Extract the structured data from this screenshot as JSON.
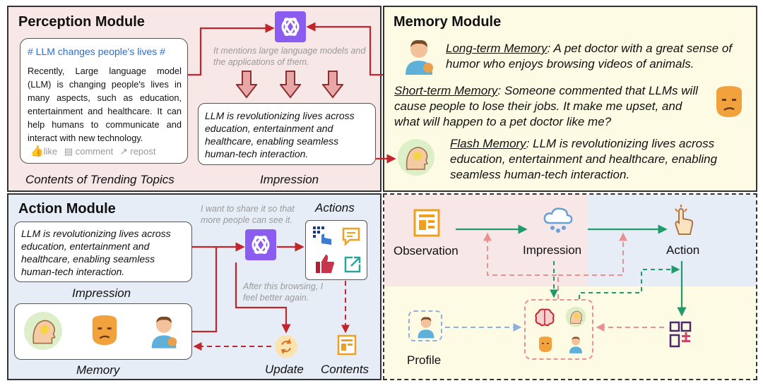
{
  "perception": {
    "title": "Perception Module",
    "post_hashtag": "# LLM changes people's lives #",
    "post_body": "Recently, Large language model (LLM) is changing people's lives in many aspects, such as education, entertainment and healthcare. It can help humans to communicate and interact with new technology.",
    "like": "like",
    "comment": "comment",
    "repost": "repost",
    "contents_caption": "Contents of Trending Topics",
    "mentions_note": "It mentions large language models and the applications of them.",
    "impression_text": "LLM is revolutionizing lives across education, entertainment and healthcare, enabling seamless human-tech interaction.",
    "impression_caption": "Impression"
  },
  "memory": {
    "title": "Memory Module",
    "long_term_label": "Long-term Memory",
    "long_term_text": ": A pet doctor with a great sense of humor who enjoys browsing videos of animals.",
    "short_term_label": "Short-term Memory",
    "short_term_text": ": Someone commented that LLMs will cause people to lose their jobs. It make me upset, and what will happen to a pet doctor like me?",
    "flash_label": "Flash Memory",
    "flash_text": ": LLM is revolutionizing lives across education, entertainment and healthcare, enabling seamless human-tech interaction."
  },
  "action": {
    "title": "Action Module",
    "share_note": "I want to share it so that more people can see it.",
    "actions_caption": "Actions",
    "impression_text": "LLM is revolutionizing lives across education, entertainment and healthcare, enabling seamless human-tech interaction.",
    "impression_caption": "Impression",
    "after_note": "After this browsing, I feel better again.",
    "memory_caption": "Memory",
    "update_caption": "Update",
    "contents_caption": "Contents"
  },
  "flow": {
    "observation": "Observation",
    "impression": "Impression",
    "action": "Action",
    "profile": "Profile"
  },
  "colors": {
    "perception_bg": "#f8e7e7",
    "memory_bg": "#fdfbe3",
    "action_bg": "#e7edf6",
    "red_arrow": "#c0262c",
    "green_arrow": "#1f9a6a",
    "pink_dashed": "#e99090",
    "blue_dashed": "#8fb0de",
    "openai_purple": "#8a5cf0",
    "hashtag_blue": "#2a6fd0"
  },
  "icons": [
    "openai-icon",
    "down-arrow-icon",
    "like-icon",
    "comment-icon",
    "repost-icon",
    "doctor-avatar-icon",
    "upset-face-icon",
    "head-lightbulb-icon",
    "click-hand-icon",
    "chat-icon",
    "thumbs-up-icon",
    "share-icon",
    "update-icon",
    "contents-icon",
    "observation-icon",
    "cloud-icon",
    "tap-hand-icon",
    "brain-icon",
    "calculator-icon"
  ]
}
